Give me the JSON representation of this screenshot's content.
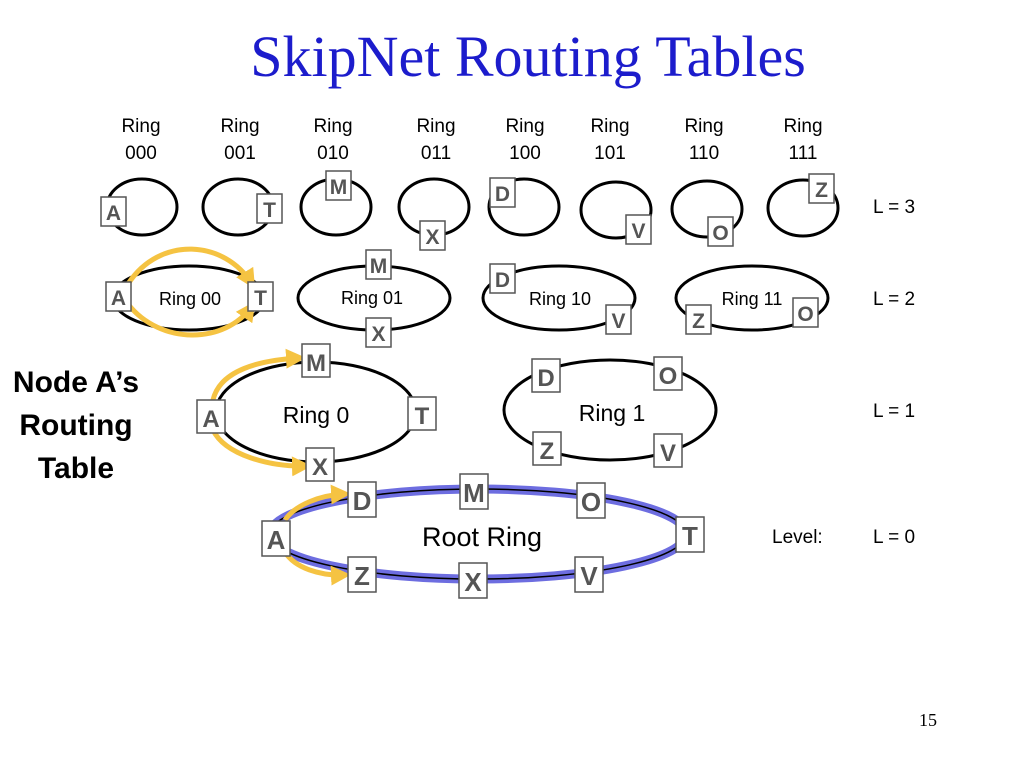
{
  "title": "SkipNet Routing Tables",
  "page_number": "15",
  "colors": {
    "title": "#1c1ccc",
    "arrow": "#f5c342",
    "root_ring_fill": "#6d6de0",
    "node_text": "#555555"
  },
  "side_label": [
    "Node A’s",
    "Routing",
    "Table"
  ],
  "level_prefix": "Level:",
  "level3": {
    "level": "L = 3",
    "rings": [
      {
        "name": [
          "Ring",
          "000"
        ],
        "nodes": [
          "A"
        ]
      },
      {
        "name": [
          "Ring",
          "001"
        ],
        "nodes": [
          "T"
        ]
      },
      {
        "name": [
          "Ring",
          "010"
        ],
        "nodes": [
          "M"
        ]
      },
      {
        "name": [
          "Ring",
          "011"
        ],
        "nodes": [
          "X"
        ]
      },
      {
        "name": [
          "Ring",
          "100"
        ],
        "nodes": [
          "D"
        ]
      },
      {
        "name": [
          "Ring",
          "101"
        ],
        "nodes": [
          "V"
        ]
      },
      {
        "name": [
          "Ring",
          "110"
        ],
        "nodes": [
          "O"
        ]
      },
      {
        "name": [
          "Ring",
          "111"
        ],
        "nodes": [
          "Z"
        ]
      }
    ]
  },
  "level2": {
    "level": "L = 2",
    "rings": [
      {
        "name": "Ring 00",
        "nodes": [
          "A",
          "T"
        ]
      },
      {
        "name": "Ring 01",
        "nodes": [
          "M",
          "X"
        ]
      },
      {
        "name": "Ring 10",
        "nodes": [
          "D",
          "V"
        ]
      },
      {
        "name": "Ring 11",
        "nodes": [
          "Z",
          "O"
        ]
      }
    ]
  },
  "level1": {
    "level": "L = 1",
    "rings": [
      {
        "name": "Ring 0",
        "nodes": [
          "M",
          "A",
          "T",
          "X"
        ]
      },
      {
        "name": "Ring 1",
        "nodes": [
          "D",
          "O",
          "Z",
          "V"
        ]
      }
    ]
  },
  "level0": {
    "level": "L = 0",
    "ring": {
      "name": "Root Ring",
      "nodes": [
        "A",
        "D",
        "M",
        "O",
        "T",
        "V",
        "X",
        "Z"
      ]
    }
  }
}
